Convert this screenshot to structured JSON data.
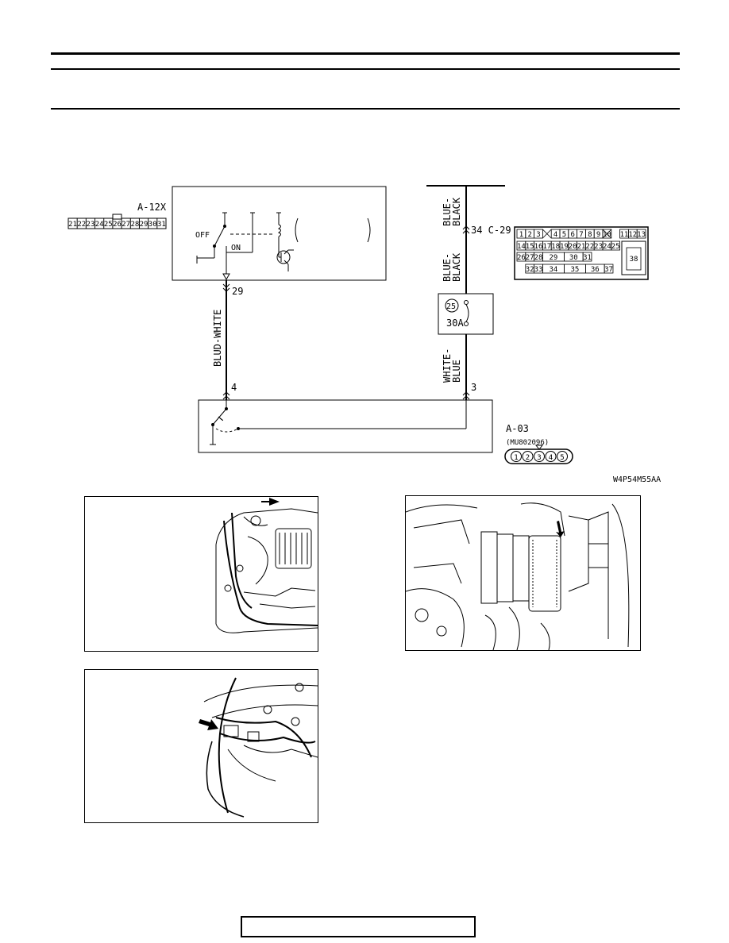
{
  "diagram": {
    "connector_a12x": {
      "name": "A-12X",
      "pins": [
        "21",
        "22",
        "23",
        "24",
        "25",
        "26",
        "27",
        "28",
        "29",
        "30",
        "31"
      ]
    },
    "switch": {
      "off_label": "OFF",
      "on_label": "ON"
    },
    "wire_left": {
      "top_pin": "29",
      "color": "BLUD-WHITE",
      "bottom_pin": "4"
    },
    "wire_right_top": {
      "color_line1": "BLUE-",
      "color_line2": "BLACK"
    },
    "connector_c29": {
      "pin_label": "34 C-29",
      "wire_color_line1": "BLUE-",
      "wire_color_line2": "BLACK",
      "row1": [
        "1",
        "2",
        "3",
        "4",
        "5",
        "6",
        "7",
        "8",
        "9",
        "10",
        "11",
        "12",
        "13"
      ],
      "row2": [
        "14",
        "15",
        "16",
        "17",
        "18",
        "19",
        "20",
        "21",
        "22",
        "23",
        "24",
        "25"
      ],
      "row3": [
        "26",
        "27",
        "28",
        "29",
        "30",
        "31"
      ],
      "row4": [
        "32",
        "33",
        "34",
        "35",
        "36",
        "37"
      ],
      "large": "38"
    },
    "fuse": {
      "number": "25",
      "rating": "30A"
    },
    "wire_right_bottom": {
      "color_line1": "WHITE-",
      "color_line2": "BLUE",
      "bottom_pin": "3"
    },
    "connector_a03": {
      "name": "A-03",
      "part": "(MU802096)",
      "pins": [
        "1",
        "2",
        "3",
        "4",
        "5"
      ]
    },
    "figure_code": "W4P54M55AA"
  },
  "photos": [
    {
      "label": "engine-bay-harness-photo"
    },
    {
      "label": "relay-box-photo"
    },
    {
      "label": "dash-harness-photo"
    }
  ]
}
